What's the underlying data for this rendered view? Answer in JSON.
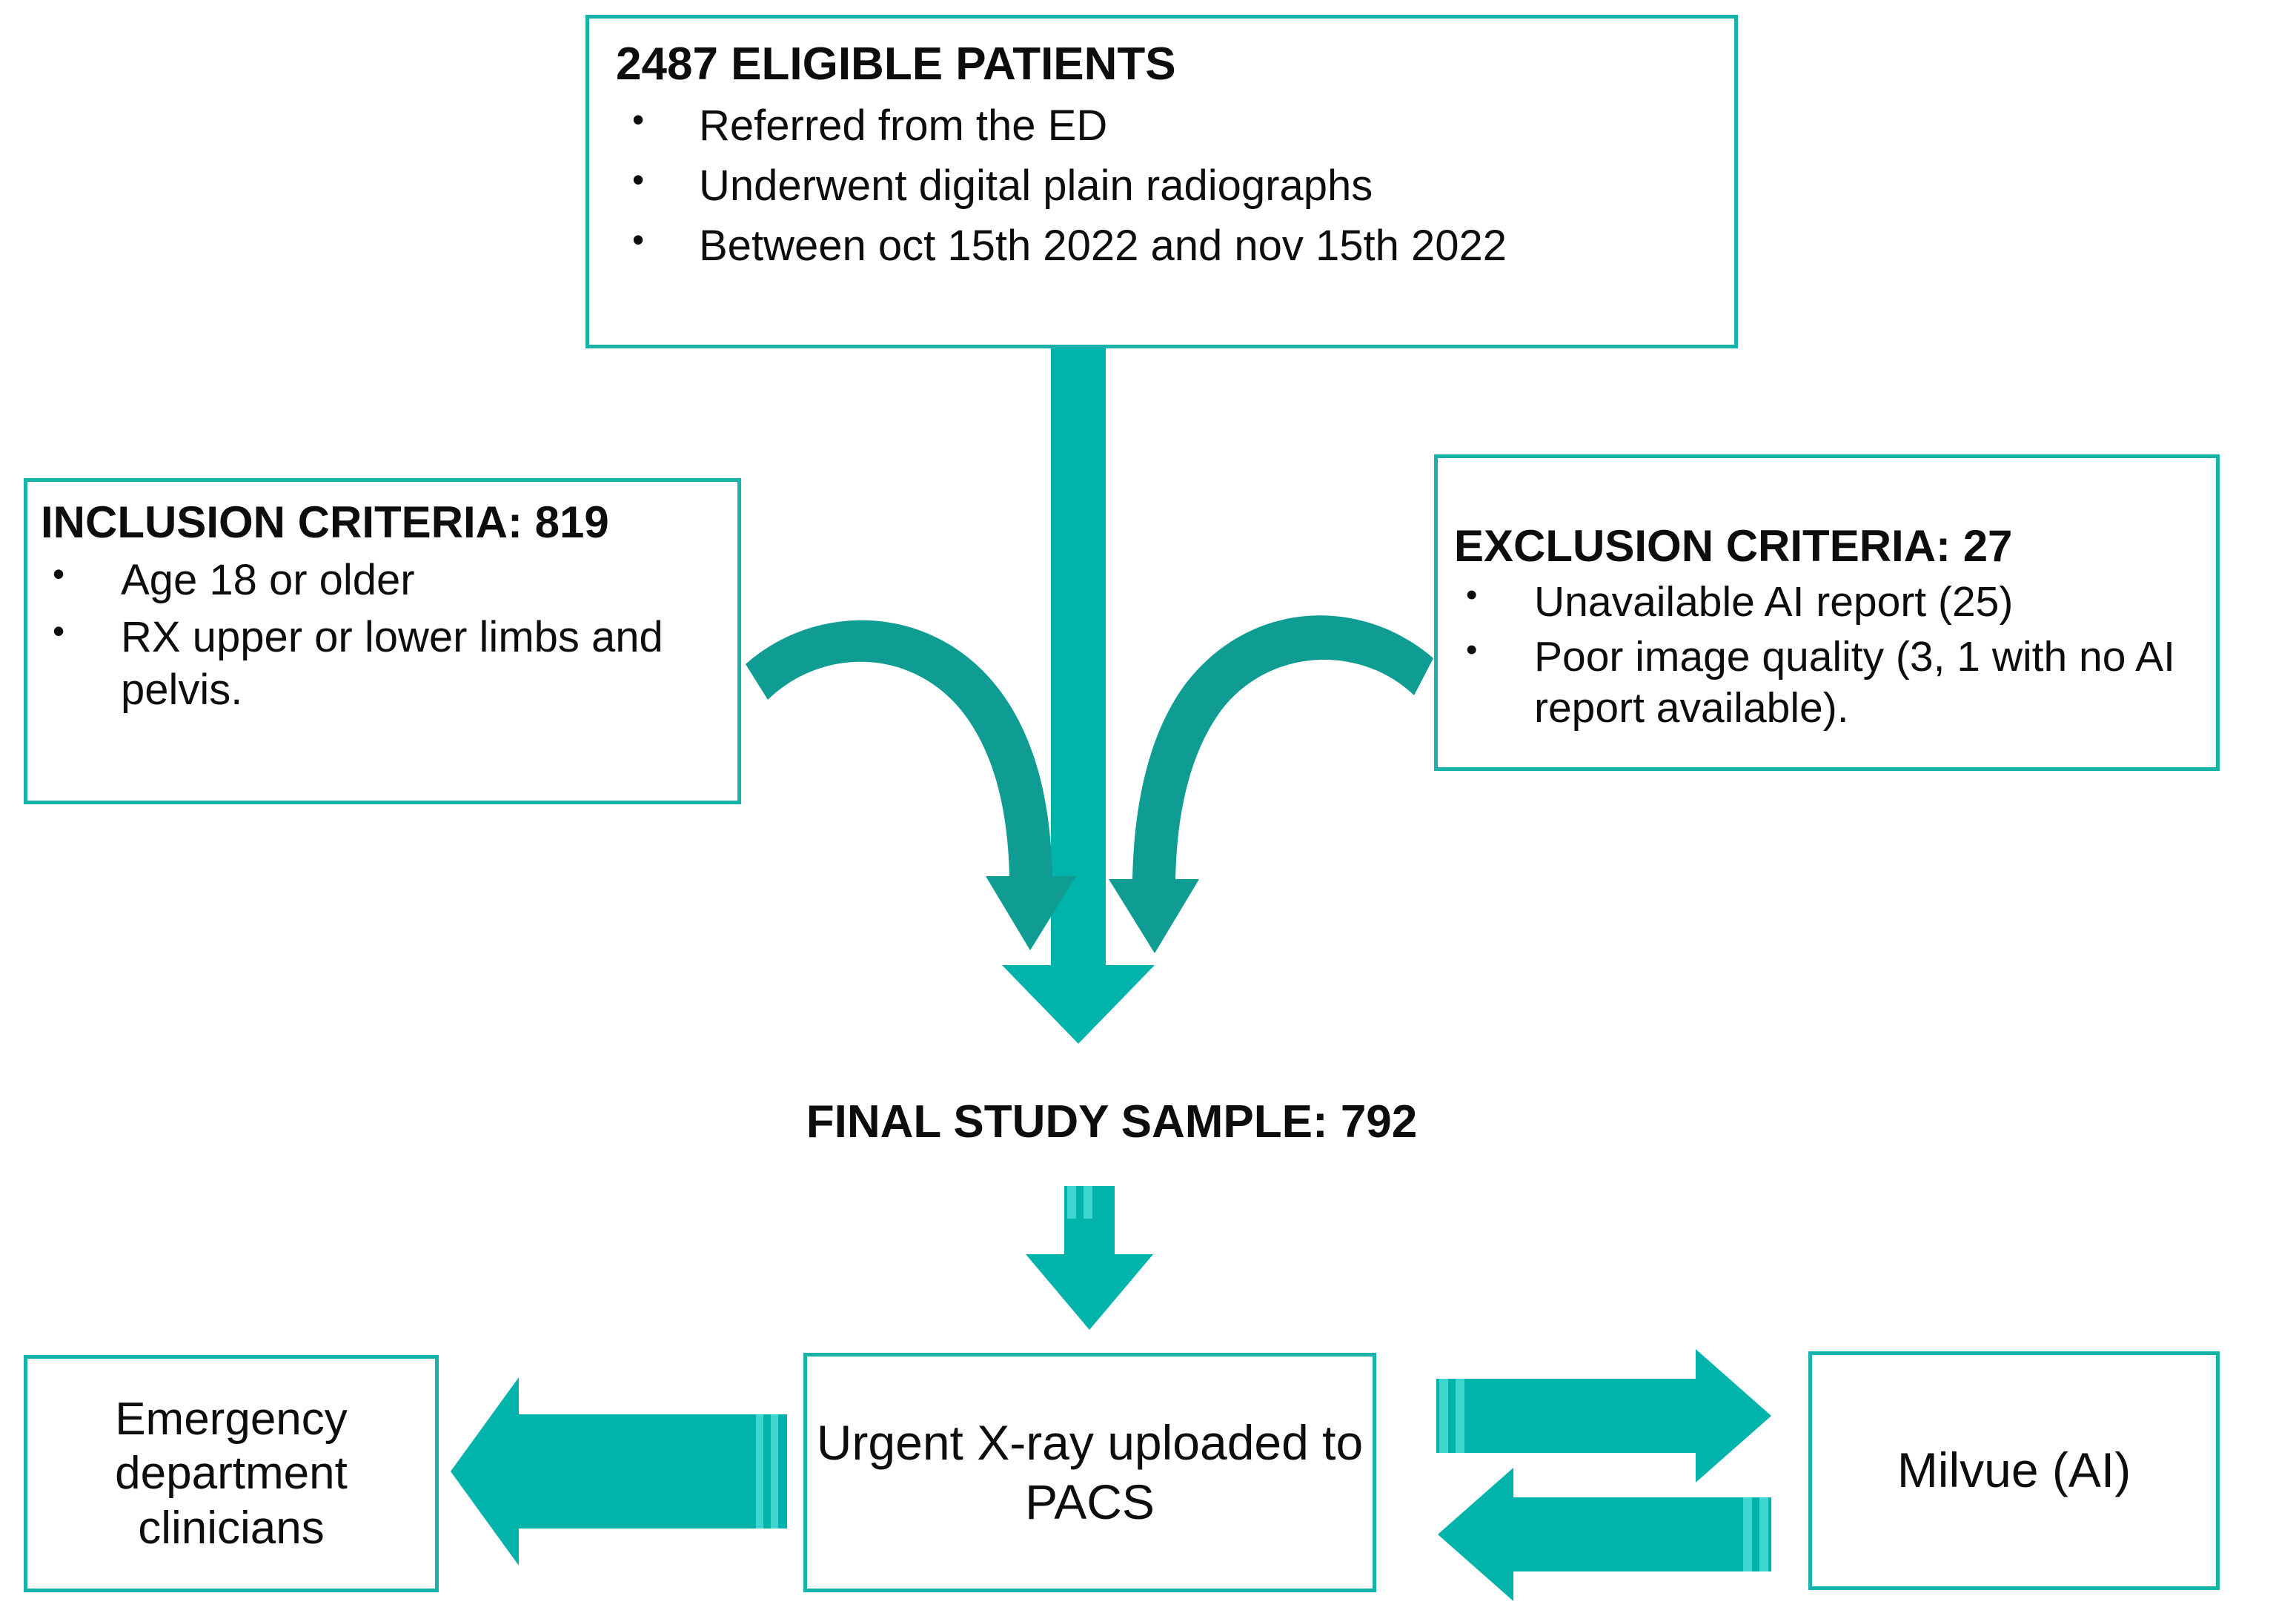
{
  "accent_color": "#17b3aa",
  "arrow_color": "#00b3ab",
  "arrow_color_dark": "#0f9c92",
  "text_color": "#0d0d0d",
  "eligible": {
    "title": "2487 ELIGIBLE PATIENTS",
    "bullets": [
      "Referred from the ED",
      "Underwent digital plain radiographs",
      "Between oct 15th 2022 and nov 15th 2022"
    ]
  },
  "inclusion": {
    "title": "INCLUSION CRITERIA: 819",
    "bullets": [
      "Age 18 or older",
      "RX upper or lower limbs and pelvis."
    ]
  },
  "exclusion": {
    "title": "EXCLUSION CRITERIA: 27",
    "bullets": [
      "Unavailable AI report  (25)",
      "Poor image quality (3, 1 with no AI report available)."
    ]
  },
  "final_sample": {
    "label": "FINAL STUDY SAMPLE: 792"
  },
  "bottom": {
    "ed_clinicians": "Emergency department clinicians",
    "pacs": "Urgent X-ray uploaded to PACS",
    "milvue": "Milvue (AI)"
  },
  "chart_data": {
    "type": "flowchart",
    "title": "Study patient selection flow diagram",
    "nodes": [
      {
        "id": "eligible",
        "label": "2487 ELIGIBLE PATIENTS",
        "count": 2487
      },
      {
        "id": "inclusion",
        "label": "INCLUSION CRITERIA: 819",
        "count": 819
      },
      {
        "id": "exclusion",
        "label": "EXCLUSION CRITERIA: 27",
        "count": 27
      },
      {
        "id": "final",
        "label": "FINAL STUDY SAMPLE: 792",
        "count": 792
      },
      {
        "id": "pacs",
        "label": "Urgent X-ray uploaded to PACS"
      },
      {
        "id": "ed",
        "label": "Emergency department clinicians"
      },
      {
        "id": "milvue",
        "label": "Milvue (AI)"
      }
    ],
    "edges": [
      {
        "from": "eligible",
        "to": "final",
        "style": "straight-down"
      },
      {
        "from": "inclusion",
        "to": "final",
        "style": "curved"
      },
      {
        "from": "eligible",
        "to": "exclusion",
        "style": "curved"
      },
      {
        "from": "final",
        "to": "pacs",
        "style": "straight-down"
      },
      {
        "from": "pacs",
        "to": "ed",
        "style": "straight-left"
      },
      {
        "from": "pacs",
        "to": "milvue",
        "style": "straight-right"
      },
      {
        "from": "milvue",
        "to": "pacs",
        "style": "straight-left"
      }
    ]
  }
}
